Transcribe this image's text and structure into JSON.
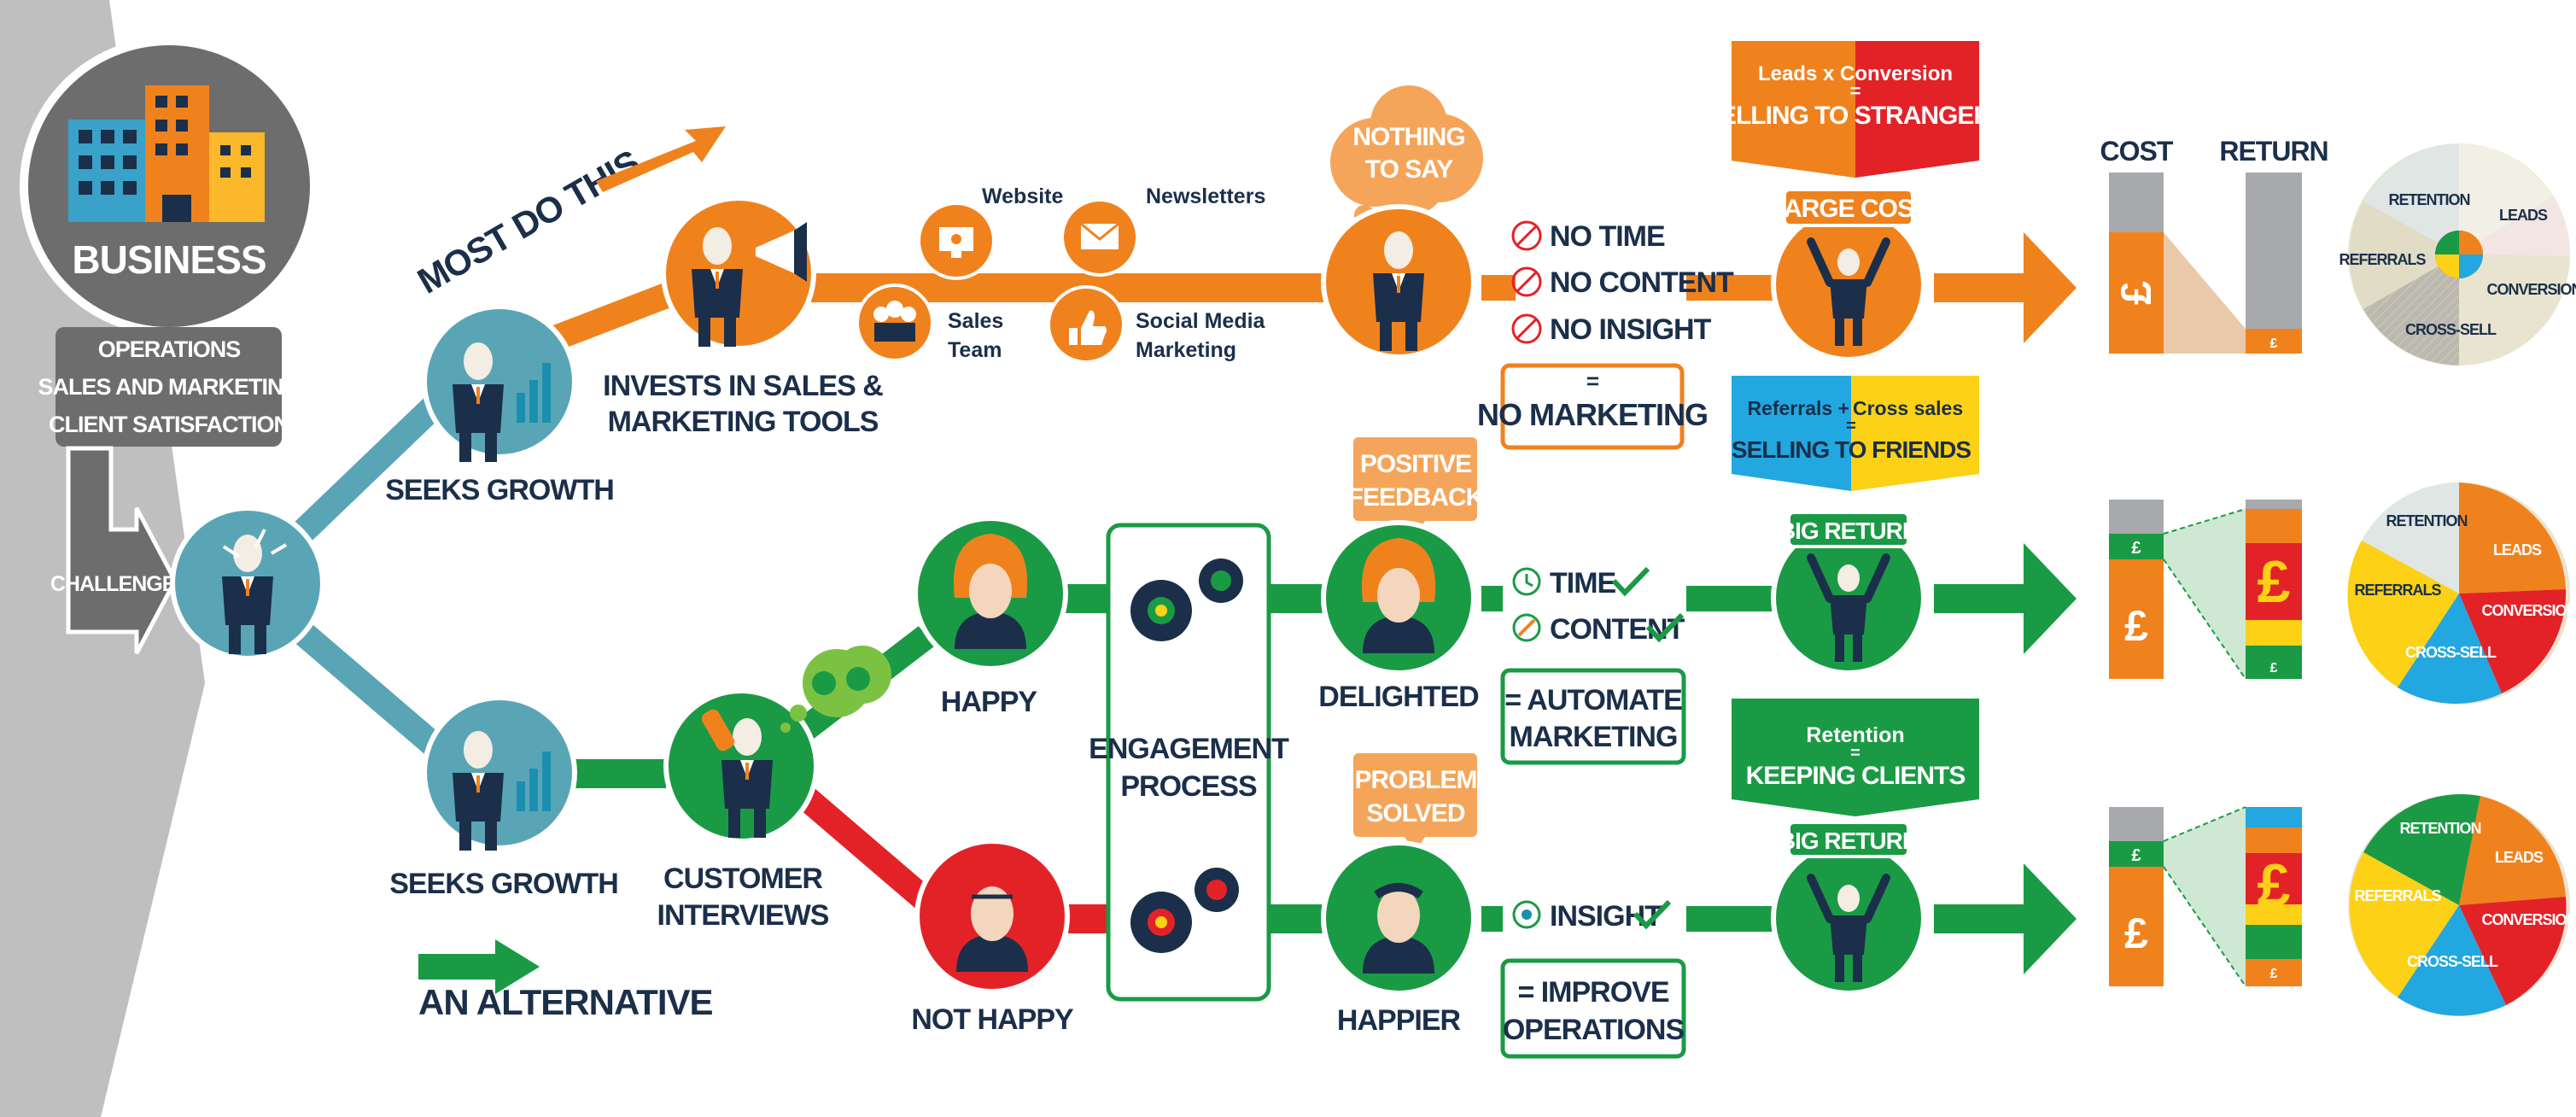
{
  "colors": {
    "orange": "#f0821e",
    "green": "#1a9a45",
    "red": "#e32228",
    "teal": "#5aa5b5",
    "grey": "#8c8c8c",
    "navy": "#1b2f4a",
    "yellow": "#fcd116",
    "blue": "#22a7e0",
    "beige": "#e9e4cf"
  },
  "business": {
    "title": "BUSINESS",
    "items": [
      "OPERATIONS",
      "SALES AND MARKETING",
      "CLIENT SATISFACTION"
    ],
    "challenges": "CHALLENGES"
  },
  "top_path": {
    "most_do_this": "MOST DO THIS",
    "seeks_growth": "SEEKS GROWTH",
    "invests": [
      "INVESTS IN SALES &",
      "MARKETING TOOLS"
    ],
    "tools": {
      "website": "Website",
      "newsletters": "Newsletters",
      "sales_team": [
        "Sales",
        "Team"
      ],
      "social_media": [
        "Social Media",
        "Marketing"
      ]
    },
    "thought": [
      "NOTHING",
      "TO SAY"
    ],
    "lacks": [
      "NO TIME",
      "NO CONTENT",
      "NO INSIGHT"
    ],
    "result_eq": "=",
    "result": "NO MARKETING",
    "banner": {
      "line1a": "Leads x Conversion",
      "eq": "=",
      "line2": "SELLING TO STRANGERS"
    },
    "badge": "LARGE COST"
  },
  "bottom_path": {
    "seeks_growth": "SEEKS GROWTH",
    "interviews": [
      "CUSTOMER",
      "INTERVIEWS"
    ],
    "happy": "HAPPY",
    "not_happy": "NOT HAPPY",
    "engagement": [
      "ENGAGEMENT",
      "PROCESS"
    ],
    "alternative": "AN  ALTERNATIVE",
    "positive_feedback": [
      "POSITIVE",
      "FEEDBACK"
    ],
    "delighted": "DELIGHTED",
    "gains1": [
      "TIME",
      "CONTENT"
    ],
    "automate": [
      "= AUTOMATE",
      "MARKETING"
    ],
    "problem_solved": [
      "PROBLEM",
      "SOLVED"
    ],
    "happier": "HAPPIER",
    "gains2": "INSIGHT",
    "improve": [
      "= IMPROVE",
      "OPERATIONS"
    ],
    "banner1": {
      "line1a": "Referrals +",
      "line1b": "Cross sales",
      "eq": "=",
      "line2": "SELLING TO FRIENDS"
    },
    "banner2": {
      "line1": "Retention",
      "eq": "=",
      "line2": "KEEPING CLIENTS"
    },
    "badge": "BIG RETURN"
  },
  "results": {
    "cost": "COST",
    "return": "RETURN",
    "pound": "£",
    "pie_labels": {
      "retention": "RETENTION",
      "leads": "LEADS",
      "referrals": "REFERRALS",
      "conversion": "CONVERSION",
      "cross_sell": "CROSS-SELL"
    }
  }
}
